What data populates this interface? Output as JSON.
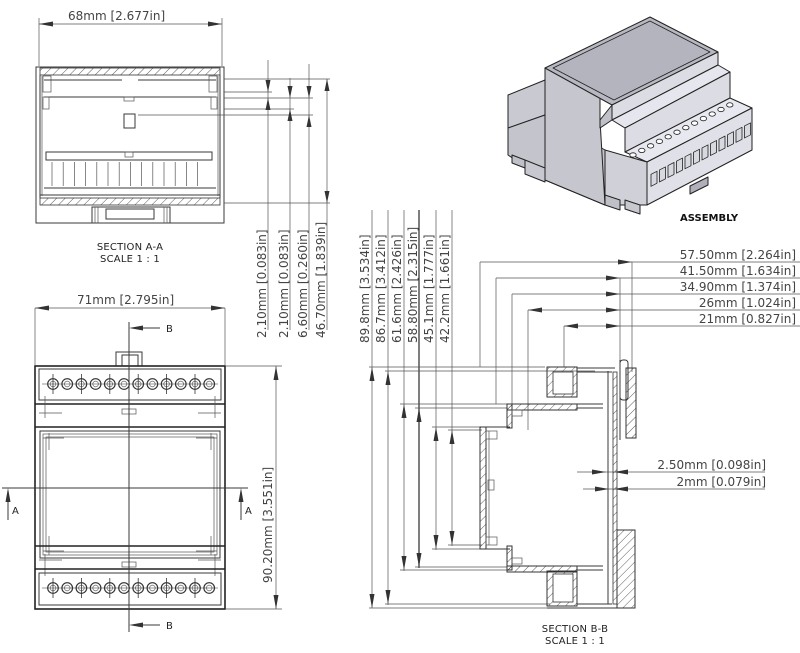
{
  "section_a": {
    "title": "SECTION A-A",
    "scale": "SCALE 1 : 1",
    "width_dim": "68mm",
    "width_dim_in": "2.677in",
    "vertical_dims": [
      {
        "mm": "2.10mm",
        "in": "0.083in"
      },
      {
        "mm": "2.10mm",
        "in": "0.083in"
      },
      {
        "mm": "6.60mm",
        "in": "0.260in"
      },
      {
        "mm": "46.70mm",
        "in": "1.839in"
      }
    ]
  },
  "front_view": {
    "width_dim": "71mm",
    "width_dim_in": "2.795in",
    "height_dim": "90.20mm",
    "height_dim_in": "3.551in",
    "section_b_label": "B",
    "section_a_label": "A",
    "terminal_count": 12
  },
  "assembly": {
    "title": "ASSEMBLY",
    "body_color": "#d4d4dc",
    "top_color": "#b8b8c2"
  },
  "section_b": {
    "title": "SECTION B-B",
    "scale": "SCALE 1 : 1",
    "vertical_dims": [
      {
        "mm": "89.8mm",
        "in": "3.534in"
      },
      {
        "mm": "86.7mm",
        "in": "3.412in"
      },
      {
        "mm": "61.6mm",
        "in": "2.426in"
      },
      {
        "mm": "58.80mm",
        "in": "2.315in"
      },
      {
        "mm": "45.1mm",
        "in": "1.777in"
      },
      {
        "mm": "42.2mm",
        "in": "1.661in"
      }
    ],
    "horizontal_dims": [
      {
        "mm": "57.50mm",
        "in": "2.264in"
      },
      {
        "mm": "41.50mm",
        "in": "1.634in"
      },
      {
        "mm": "34.90mm",
        "in": "1.374in"
      },
      {
        "mm": "26mm",
        "in": "1.024in"
      },
      {
        "mm": "21mm",
        "in": "0.827in"
      }
    ],
    "wall_dims": [
      {
        "mm": "2.50mm",
        "in": "0.098in"
      },
      {
        "mm": "2mm",
        "in": "0.079in"
      }
    ]
  }
}
